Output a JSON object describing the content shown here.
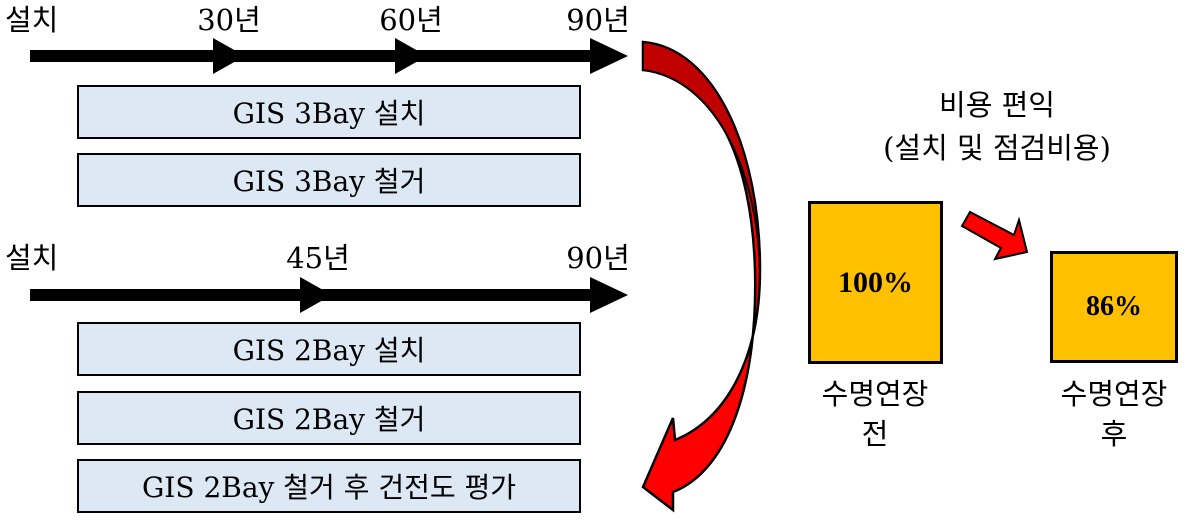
{
  "timeline1": {
    "start": "설치",
    "marks": [
      "30년",
      "60년",
      "90년"
    ]
  },
  "timeline1_boxes": [
    "GIS 3Bay 설치",
    "GIS 3Bay 철거"
  ],
  "timeline2": {
    "start": "설치",
    "marks": [
      "45년",
      "90년"
    ]
  },
  "timeline2_boxes": [
    "GIS 2Bay 설치",
    "GIS 2Bay 철거",
    "GIS 2Bay 철거 후 건전도 평가"
  ],
  "cost": {
    "title": "비용 편익",
    "subtitle": "(설치 및 점검비용)",
    "before": {
      "value": "100%",
      "label1": "수명연장",
      "label2": "전"
    },
    "after": {
      "value": "86%",
      "label1": "수명연장",
      "label2": "후"
    }
  },
  "colors": {
    "box_fill": "#dce8f4",
    "cost_fill": "#ffc000",
    "arrow_red": "#ff0000",
    "arrow_dark": "#c00000"
  }
}
